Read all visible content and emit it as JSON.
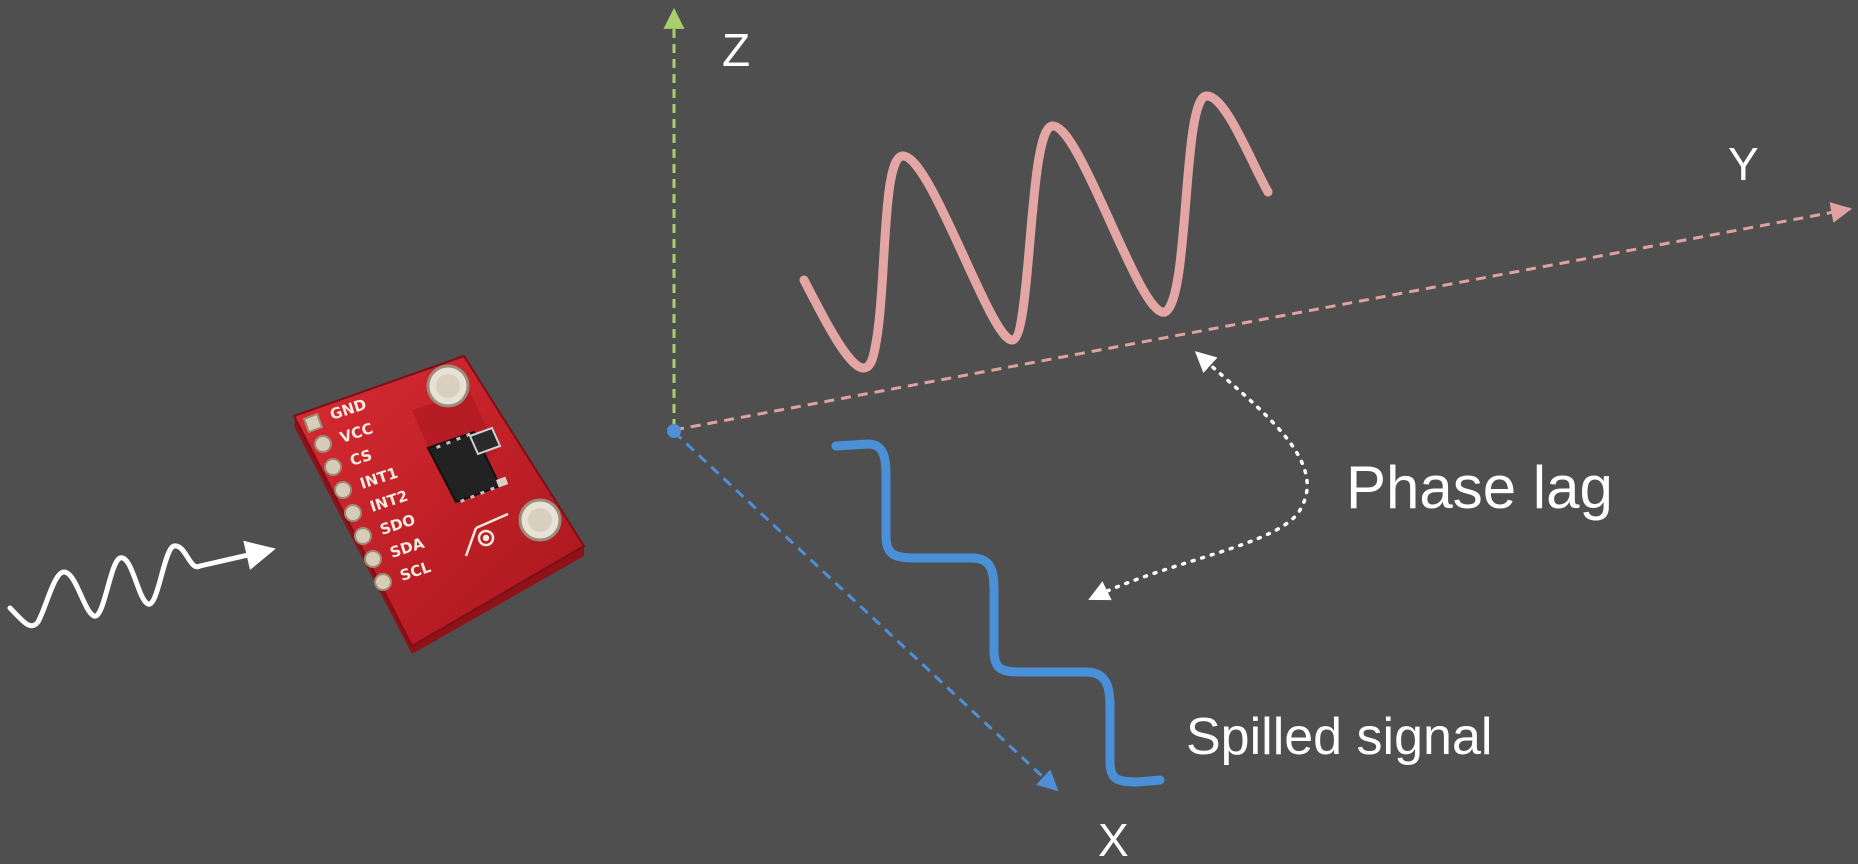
{
  "axes": {
    "z_label": "Z",
    "y_label": "Y",
    "x_label": "X"
  },
  "annotations": {
    "phase_lag": "Phase lag",
    "spilled_signal": "Spilled signal"
  },
  "sensor_board": {
    "pins": [
      "GND",
      "VCC",
      "CS",
      "INT1",
      "INT2",
      "SDO",
      "SDA",
      "SCL"
    ]
  },
  "colors": {
    "background": "#4f4f4f",
    "z_axis": "#a8cf6a",
    "y_axis": "#e0a2a0",
    "x_axis": "#4f8fd6",
    "y_wave": "#e3a6a4",
    "x_wave": "#4a90d9",
    "board": "#c8222a",
    "label": "#ffffff"
  },
  "icons": {
    "input_wave": "sine-wave-arrow-icon",
    "board": "accelerometer-board-icon"
  }
}
